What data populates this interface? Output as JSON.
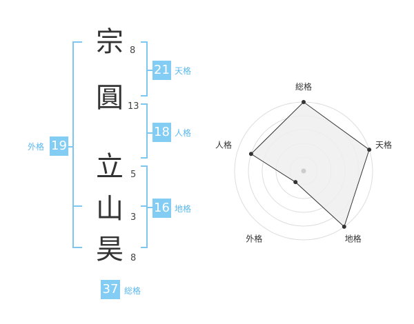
{
  "name": {
    "chars": [
      {
        "char": "宗",
        "strokes": "8"
      },
      {
        "char": "圓",
        "strokes": "13"
      },
      {
        "char": "立",
        "strokes": "5"
      },
      {
        "char": "山",
        "strokes": "3"
      },
      {
        "char": "昊",
        "strokes": "8"
      }
    ]
  },
  "kaku": {
    "tenkaku": {
      "value": "21",
      "label": "天格"
    },
    "jinkaku": {
      "value": "18",
      "label": "人格"
    },
    "chikaku": {
      "value": "16",
      "label": "地格"
    },
    "gaikaku": {
      "value": "19",
      "label": "外格"
    },
    "soukaku": {
      "value": "37",
      "label": "総格"
    }
  },
  "colors": {
    "accent": "#83cdf5",
    "label_text": "#5bb8ec",
    "radar_fill": "#eeeeee",
    "radar_line": "#333333"
  },
  "chart_data": {
    "type": "radar",
    "axes": [
      "総格",
      "天格",
      "地格",
      "外格",
      "人格"
    ],
    "max": 5,
    "values": [
      5,
      5,
      5,
      1,
      4
    ]
  }
}
